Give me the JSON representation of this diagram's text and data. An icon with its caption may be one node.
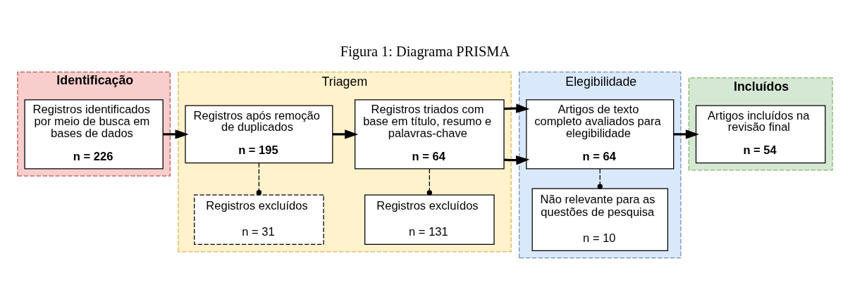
{
  "diagram": {
    "title": "Figura 1: Diagrama PRISMA",
    "nodes": [
      {
        "text": [
          "Identificação"
        ]
      },
      {
        "text": [
          "Registros identificados por meio de busca em bases de dados",
          "n = 226"
        ],
        "in": 0
      },
      {
        "text": [
          "Triagem"
        ]
      },
      {
        "text": [
          "Registros após remoção de duplicados",
          "n = 195"
        ],
        "in": 2
      },
      {
        "text": [
          "Registros excluídos",
          "n = 31"
        ],
        "in": 2
      },
      {
        "text": [
          "Registros triados com base em título, resumo e palavras-chave",
          "n = 64"
        ],
        "in": 2
      },
      {
        "text": [
          "Registros excluídos",
          "n = 131"
        ],
        "in": 2
      },
      {
        "text": [
          "Elegibilidade"
        ]
      },
      {
        "text": [
          "Artigos de texto completo avaliados para elegibilidade",
          "n = 64"
        ],
        "in": 7
      },
      {
        "text": [
          "Não relevante para as questões de pesquisa",
          "n = 10"
        ],
        "in": 7
      },
      {
        "text": [
          "Incluídos"
        ]
      },
      {
        "text": [
          "Artigos incluídos na revisão final",
          "n = 54"
        ],
        "in": 10
      }
    ],
    "edges": [
      {
        "from": 1,
        "to": 3,
        "arrow": "to"
      },
      {
        "from": 3,
        "to": 4,
        "arrow": "other",
        "style": "dashed"
      },
      {
        "from": 3,
        "to": 5,
        "arrow": "to"
      },
      {
        "from": 5,
        "to": 6,
        "arrow": "other",
        "style": "dashed"
      },
      {
        "from": 5,
        "to": 8,
        "arrow": "to"
      },
      {
        "from": 8,
        "to": 9,
        "arrow": "other",
        "style": "dashed"
      },
      {
        "from": 8,
        "to": 11,
        "arrow": "to"
      }
    ]
  }
}
